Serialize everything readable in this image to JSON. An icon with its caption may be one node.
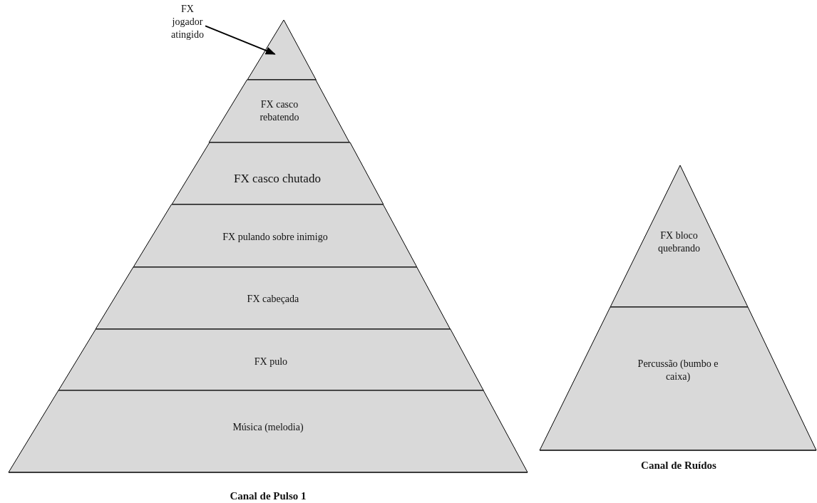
{
  "diagram": {
    "nodes": [
      {
        "text": [
          "FX jogador atingido"
        ]
      },
      {
        "text": [],
        "shape": "triangle"
      },
      {
        "text": [
          "FX casco rebatendo"
        ]
      },
      {
        "text": [
          "FX casco chutado"
        ]
      },
      {
        "text": [
          "FX pulando sobre inimigo"
        ]
      },
      {
        "text": [
          "FX cabeçada"
        ]
      },
      {
        "text": [
          "FX pulo"
        ]
      },
      {
        "text": [
          "Música (melodia)"
        ]
      },
      {
        "text": [
          "FX bloco quebrando"
        ]
      },
      {
        "text": [
          "Percussão (bumbo e caixa)"
        ]
      }
    ],
    "edges": [
      {
        "from": 0,
        "to": 1,
        "arrow": "to"
      }
    ],
    "labels": [
      "Canal de Ruídos",
      "Canal de Pulso 1"
    ]
  }
}
